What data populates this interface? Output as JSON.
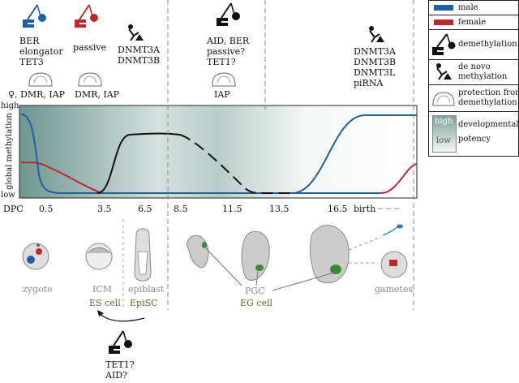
{
  "top_labels": {
    "col1": [
      "BER",
      "elongator",
      "TET3"
    ],
    "col2": [
      "passive"
    ],
    "col3": [
      "DNMT3A",
      "DNMT3B"
    ],
    "col4": [
      "AID, BER",
      "passive?",
      "TET1?"
    ],
    "col5": [
      "DNMT3A",
      "DNMT3B",
      "DNMT3L",
      "piRNA"
    ]
  },
  "protection_labels": {
    "p1": "♀, DMR, IAP",
    "p2": "DMR, IAP",
    "p3": "IAP"
  },
  "y_axis": {
    "label": "global methylation",
    "high": "high",
    "low": "low"
  },
  "dpc": {
    "label": "DPC",
    "ticks": [
      "0.5",
      "3.5",
      "6.5",
      "8.5",
      "11.5",
      "13.5",
      "16.5",
      "birth"
    ]
  },
  "stages": {
    "zygote": "zygote",
    "icm": "ICM",
    "epiblast": "epiblast",
    "pgc": "PGC",
    "gametes": "gametes",
    "es_cell": "ES cell",
    "episc": "EpiSC",
    "eg_cell": "EG cell"
  },
  "bottom_labels": [
    "TET1?",
    "AID?"
  ],
  "legend": {
    "male": "male",
    "female": "female",
    "demethylation": "demethylation",
    "denovo": [
      "de novo",
      "methylation"
    ],
    "protection": [
      "protection from",
      "demethylation"
    ],
    "potency_high": "high",
    "potency_low": "low",
    "potency": [
      "developmental",
      "potency"
    ]
  },
  "colors": {
    "male": "#1f5fa8",
    "female": "#c0272d",
    "curve": "#111111",
    "pgc": "#3a8a3a"
  }
}
